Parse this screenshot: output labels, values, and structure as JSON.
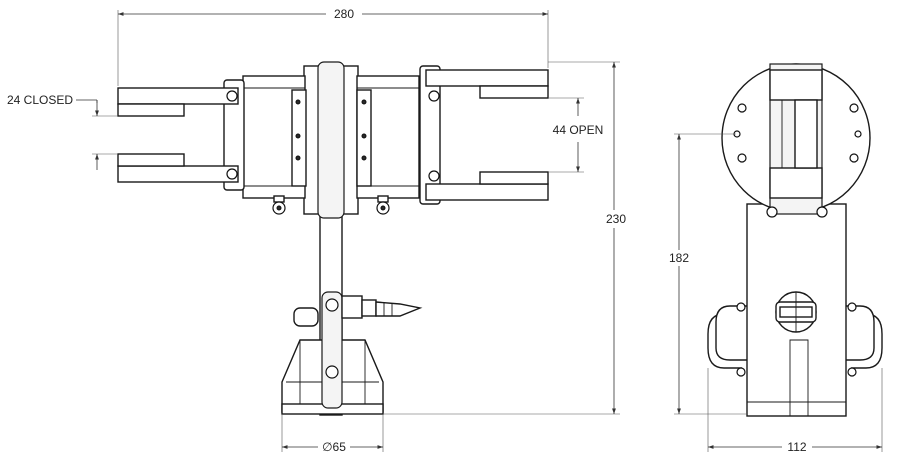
{
  "dimensions": {
    "width_overall": "280",
    "jaw_closed": "24 CLOSED",
    "jaw_open": "44 OPEN",
    "height_overall": "230",
    "height_side": "182",
    "base_diameter": "∅65",
    "width_side": "112"
  }
}
